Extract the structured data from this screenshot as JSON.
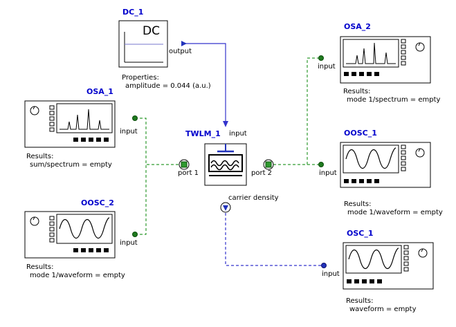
{
  "components": {
    "dc_1": {
      "title": "DC_1",
      "screen_text": "DC",
      "port_output": "output",
      "notes_heading": "Properties:",
      "note_line": "amplitude = 0.044 (a.u.)"
    },
    "osa_1": {
      "title": "OSA_1",
      "port_input": "input",
      "notes_heading": "Results:",
      "note_line": "sum/spectrum = empty"
    },
    "osa_2": {
      "title": "OSA_2",
      "port_input": "input",
      "notes_heading": "Results:",
      "note_line": "mode 1/spectrum = empty"
    },
    "twlm_1": {
      "title": "TWLM_1",
      "port_input": "input",
      "port_1": "port 1",
      "port_2": "port 2",
      "port_carrier": "carrier density"
    },
    "oosc_1": {
      "title": "OOSC_1",
      "port_input": "input",
      "notes_heading": "Results:",
      "note_line": "mode 1/waveform = empty"
    },
    "oosc_2": {
      "title": "OOSC_2",
      "port_input": "input",
      "notes_heading": "Results:",
      "note_line": "mode 1/waveform = empty"
    },
    "osc_1": {
      "title": "OSC_1",
      "port_input": "input",
      "notes_heading": "Results:",
      "note_line": "waveform = empty"
    }
  },
  "colors": {
    "electrical_link": "#3333cc",
    "optical_link": "#2f9a2f",
    "title": "#0000cc",
    "optical_port": "#1f7a1f",
    "electrical_port": "#2233bb"
  }
}
